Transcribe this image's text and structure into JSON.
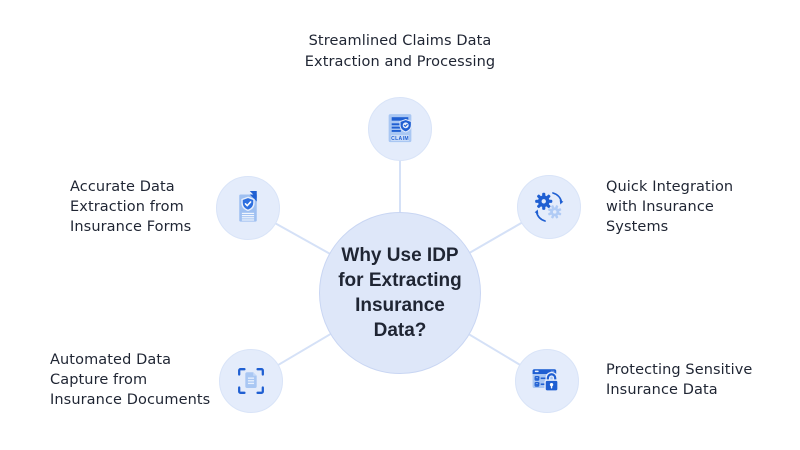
{
  "center": {
    "title": "Why Use IDP\nfor Extracting\nInsurance\nData?"
  },
  "nodes": [
    {
      "id": "streamlined-claims",
      "label": "Streamlined Claims Data\nExtraction and Processing",
      "icon": "claim-document-icon"
    },
    {
      "id": "accurate-extraction",
      "label": "Accurate Data\nExtraction from\nInsurance Forms",
      "icon": "shield-document-icon"
    },
    {
      "id": "quick-integration",
      "label": "Quick Integration\nwith Insurance\nSystems",
      "icon": "sync-gears-icon"
    },
    {
      "id": "automated-capture",
      "label": "Automated Data\nCapture from\nInsurance Documents",
      "icon": "scan-document-icon"
    },
    {
      "id": "protecting-data",
      "label": "Protecting Sensitive\nInsurance Data",
      "icon": "secure-lock-icon"
    }
  ],
  "icon_text": {
    "claim_badge": "CLAIM"
  },
  "colors": {
    "icon_accent": "#1f5fd2",
    "icon_light": "#a9c7f3",
    "node_circle_fill": "#e4ecfb",
    "center_circle_fill": "#dee7f9",
    "connector_line": "#d5e1f7",
    "text": "#1f2533",
    "background": "#ffffff"
  }
}
